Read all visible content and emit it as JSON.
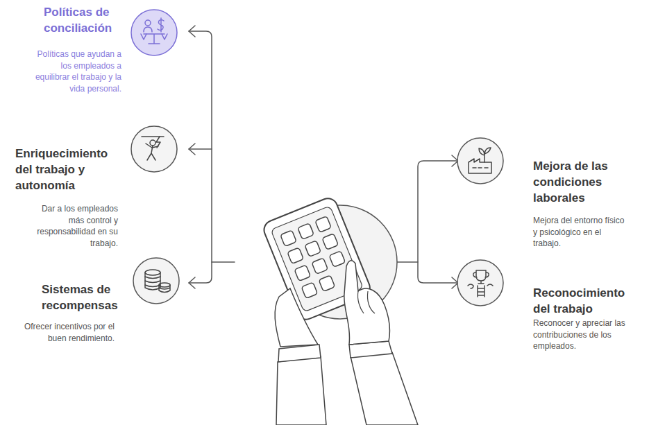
{
  "diagram": {
    "nodes": [
      {
        "text": [
          "Políticas de conciliación",
          "Políticas que ayudan a los empleados a equilibrar el trabajo y la vida personal."
        ]
      },
      {
        "text": [
          "Enriquecimiento del trabajo y autonomía",
          "Dar a los empleados más control y responsabilidad en su trabajo."
        ]
      },
      {
        "text": [
          "Sistemas de recompensas",
          "Ofrecer incentivos por el buen rendimiento."
        ]
      },
      {
        "text": [
          "Mejora de las condiciones laborales",
          "Mejora del entorno físico y psicológico en el trabajo."
        ]
      },
      {
        "text": [
          "Reconocimiento del trabajo",
          "Reconocer y apreciar las contribuciones de los empleados."
        ]
      }
    ]
  }
}
